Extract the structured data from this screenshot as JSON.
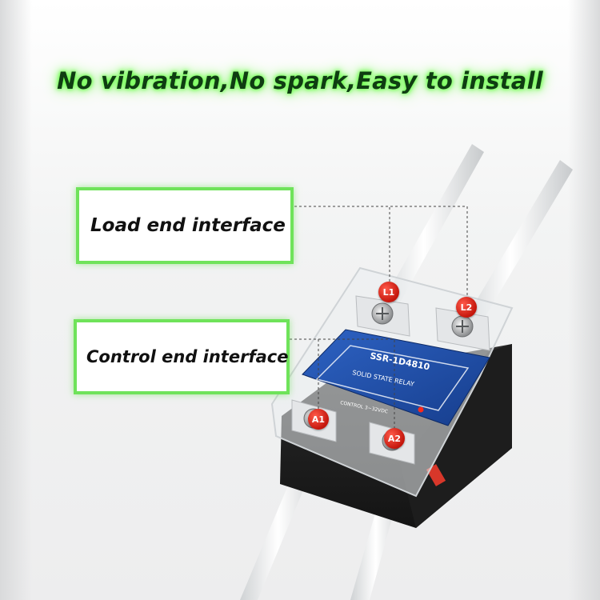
{
  "headline": "No vibration,No spark,Easy to install",
  "callouts": {
    "load": "Load end interface",
    "control": "Control end interface"
  },
  "terminals": {
    "l1": "L1",
    "l2": "L2",
    "a1": "A1",
    "a2": "A2"
  },
  "relay_label": {
    "model": "SSR-1D4810",
    "type": "SOLID STATE RELAY",
    "control": "CONTROL 3~32VDC"
  },
  "colors": {
    "highlight_green": "#6fe35a",
    "terminal_red": "#d8231a",
    "label_blue": "#1f4fa8"
  }
}
